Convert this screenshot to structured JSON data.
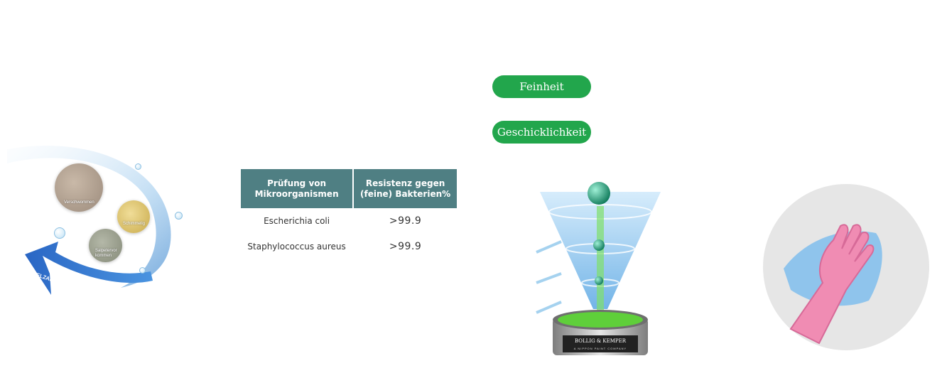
{
  "left_illustration": {
    "circles": [
      {
        "label": "Verschwommen"
      },
      {
        "label": "Schimmelig"
      },
      {
        "label": "Salpetervor\nkommen"
      }
    ],
    "arrow_text": "VIELZAHL VON WANDPROBLEMEN LÖSEN"
  },
  "table": {
    "headers": [
      "Prüfung von Mikroorganismen",
      "Resistenz gegen (feine) Bakterien%"
    ],
    "rows": [
      {
        "organism": "Escherichia coli",
        "value": ">99.9"
      },
      {
        "organism": "Staphylococcus aureus",
        "value": ">99.9"
      }
    ]
  },
  "pills": [
    {
      "label": "Feinheit"
    },
    {
      "label": "Geschicklichkeit"
    }
  ],
  "paint_can": {
    "brand": "BOLLIG & KEMPER",
    "sub": "A NIPPON PAINT COMPANY"
  },
  "colors": {
    "table_header": "#4f7f83",
    "pill": "#22a64c",
    "paint": "#5fcf3a"
  }
}
